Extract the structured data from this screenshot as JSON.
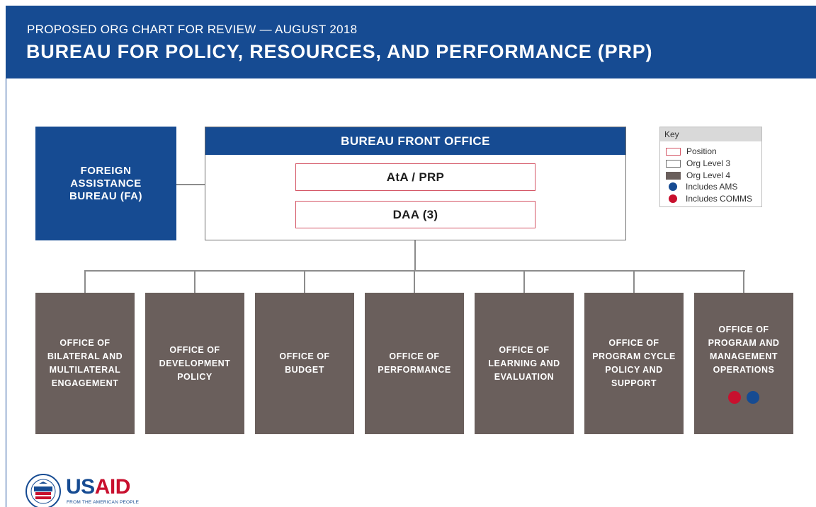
{
  "header": {
    "subtitle": "PROPOSED ORG CHART FOR REVIEW — AUGUST 2018",
    "title": "BUREAU FOR POLICY, RESOURCES, AND PERFORMANCE (PRP)"
  },
  "fa_box": {
    "label": "FOREIGN ASSISTANCE BUREAU (FA)"
  },
  "front_office": {
    "title": "BUREAU FRONT OFFICE",
    "positions": [
      "AtA / PRP",
      "DAA (3)"
    ]
  },
  "offices": [
    {
      "label": "OFFICE OF\nBILATERAL AND\nMULTILATERAL\nENGAGEMENT",
      "dots": []
    },
    {
      "label": "OFFICE OF\nDEVELOPMENT\nPOLICY",
      "dots": []
    },
    {
      "label": "OFFICE OF\nBUDGET",
      "dots": []
    },
    {
      "label": "OFFICE OF\nPERFORMANCE",
      "dots": []
    },
    {
      "label": "OFFICE OF\nLEARNING AND\nEVALUATION",
      "dots": []
    },
    {
      "label": "OFFICE OF\nPROGRAM CYCLE\nPOLICY AND\nSUPPORT",
      "dots": []
    },
    {
      "label": "OFFICE OF\nPROGRAM AND\nMANAGEMENT\nOPERATIONS",
      "dots": [
        "comms",
        "ams"
      ]
    }
  ],
  "key": {
    "title": "Key",
    "items": [
      {
        "label": "Position",
        "icon": "position-swatch"
      },
      {
        "label": "Org Level 3",
        "icon": "org-level-3-swatch"
      },
      {
        "label": "Org Level 4",
        "icon": "org-level-4-swatch"
      },
      {
        "label": "Includes AMS",
        "icon": "ams-dot"
      },
      {
        "label": "Includes COMMS",
        "icon": "comms-dot"
      }
    ]
  },
  "colors": {
    "brand_blue": "#164b92",
    "position_border": "#d45565",
    "org_level_4": "#6a5f5c",
    "ams": "#164b92",
    "comms": "#c8102e"
  },
  "logo": {
    "wordmark_us": "US",
    "wordmark_aid": "AID",
    "tagline": "FROM THE AMERICAN PEOPLE"
  }
}
